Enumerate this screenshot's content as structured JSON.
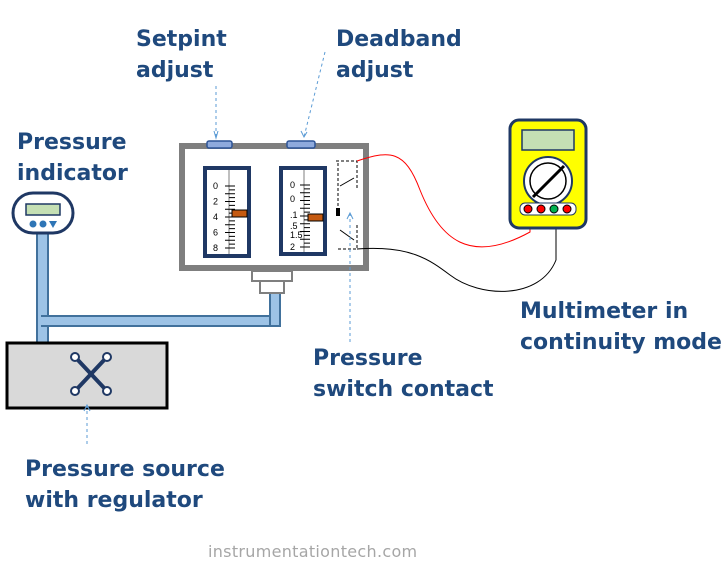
{
  "labels": {
    "setpoint_adjust": [
      "Setpint",
      "adjust"
    ],
    "deadband_adjust": [
      "Deadband",
      "adjust"
    ],
    "pressure_indicator": [
      "Pressure",
      "indicator"
    ],
    "multimeter": [
      "Multimeter in",
      "continuity mode"
    ],
    "switch_contact": [
      "Pressure",
      "switch contact"
    ],
    "pressure_source": [
      "Pressure source",
      "with regulator"
    ]
  },
  "setpoint_scale": [
    "0",
    "2",
    "4",
    "6",
    "8"
  ],
  "deadband_scale": [
    "0",
    "0",
    ".1",
    ".5",
    "1.5",
    "2"
  ],
  "watermark": "instrumentationtech.com",
  "colors": {
    "label": "#1f497d",
    "tube": "#9dc3e6",
    "tube_edge": "#41719c",
    "switch_body": "#7f7f7f",
    "scale_frame": "#1f3864",
    "meter_yellow": "#ffff00",
    "red_lead": "#ff0000",
    "black_lead": "#000000"
  }
}
